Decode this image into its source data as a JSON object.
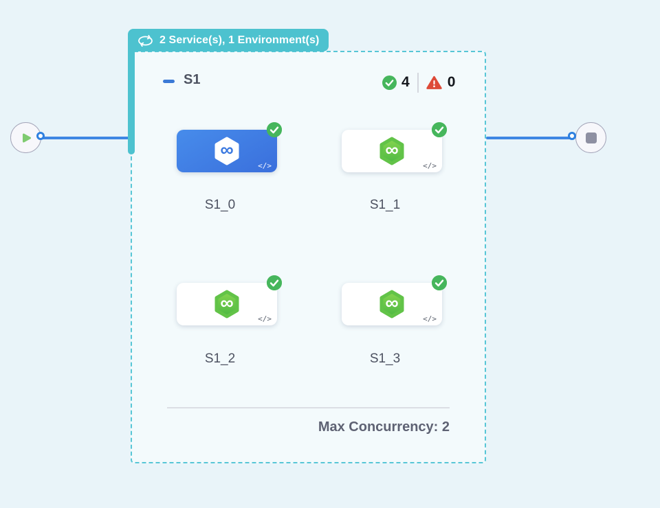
{
  "badge": {
    "label": "2 Service(s), 1 Environment(s)"
  },
  "stage": {
    "name": "S1",
    "passed_count": "4",
    "failed_count": "0",
    "services": [
      {
        "id": "S1_0",
        "selected": true
      },
      {
        "id": "S1_1",
        "selected": false
      },
      {
        "id": "S1_2",
        "selected": false
      },
      {
        "id": "S1_3",
        "selected": false
      }
    ],
    "max_concurrency_label": "Max Concurrency: 2"
  },
  "glyphs": {
    "code": "</>",
    "infinity": "∞"
  },
  "colors": {
    "accent_teal": "#4dc2cf",
    "selected_blue": "#3e7ce2",
    "service_green": "#5cc343",
    "success_green": "#46b65c",
    "error_red": "#dd4a38",
    "connector_blue": "#3e86e3"
  }
}
